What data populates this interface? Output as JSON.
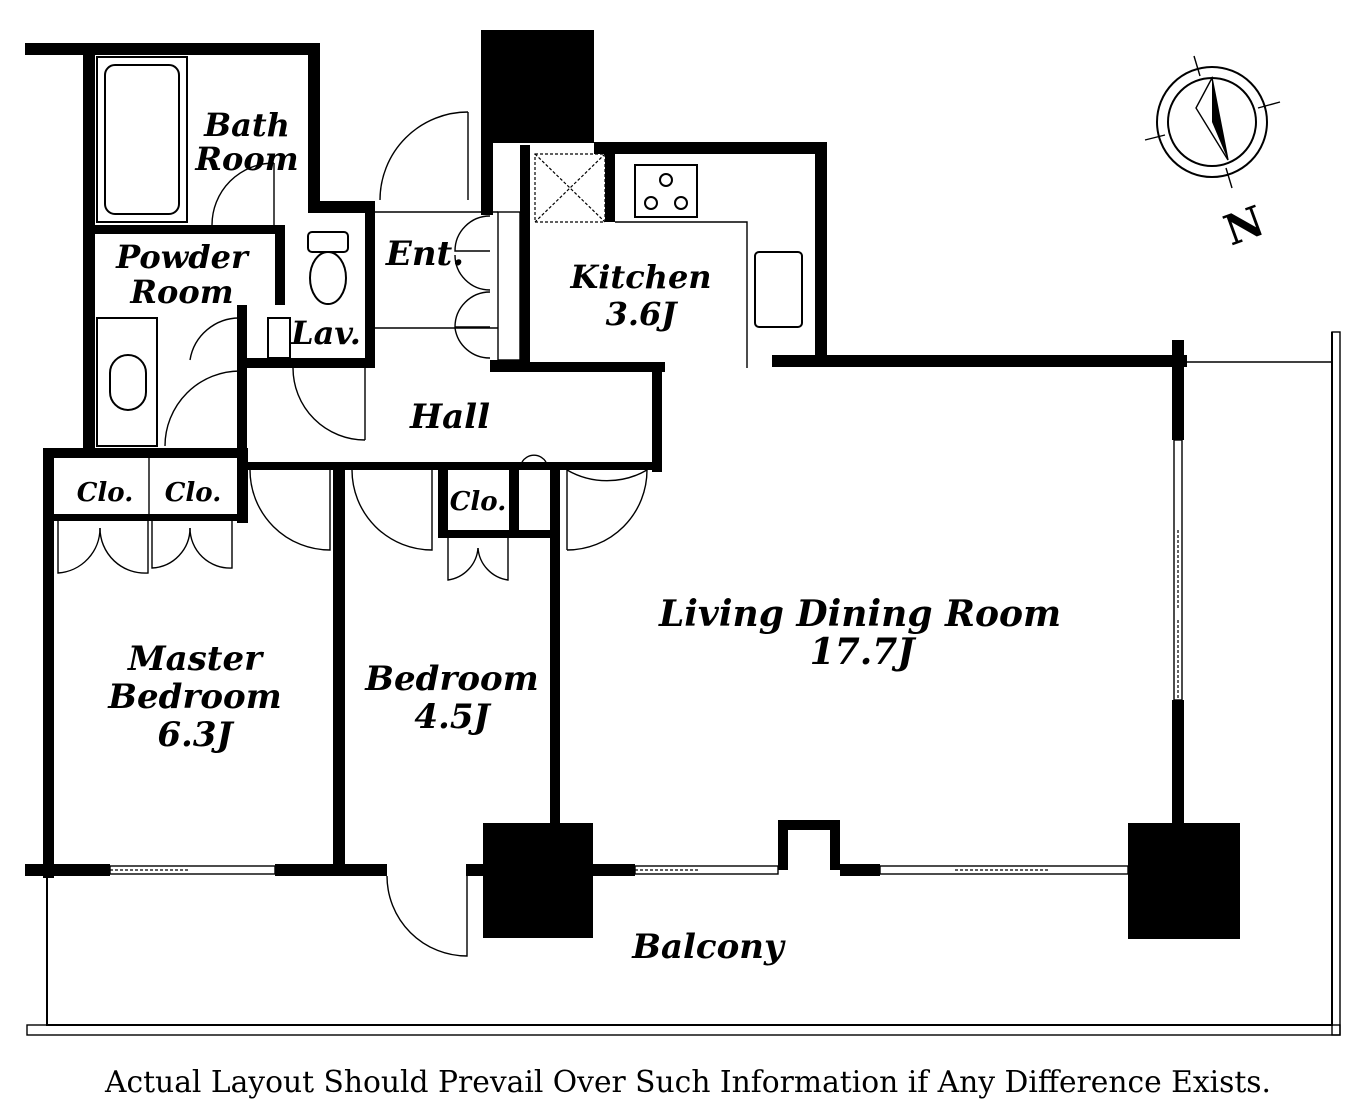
{
  "rooms": {
    "bath": [
      "Bath",
      "Room"
    ],
    "powder": [
      "Powder",
      "Room"
    ],
    "lav": "Lav.",
    "entrance": "Ent.",
    "kitchen": [
      "Kitchen",
      "3.6J"
    ],
    "hall": "Hall",
    "closet": "Clo.",
    "master_bedroom": [
      "Master",
      "Bedroom",
      "6.3J"
    ],
    "bedroom": [
      "Bedroom",
      "4.5J"
    ],
    "living_dining": [
      "Living Dining Room",
      "17.7J"
    ],
    "balcony": "Balcony"
  },
  "compass": {
    "label": "N"
  },
  "disclaimer": "Actual Layout Should Prevail Over Such Information if Any Difference Exists."
}
